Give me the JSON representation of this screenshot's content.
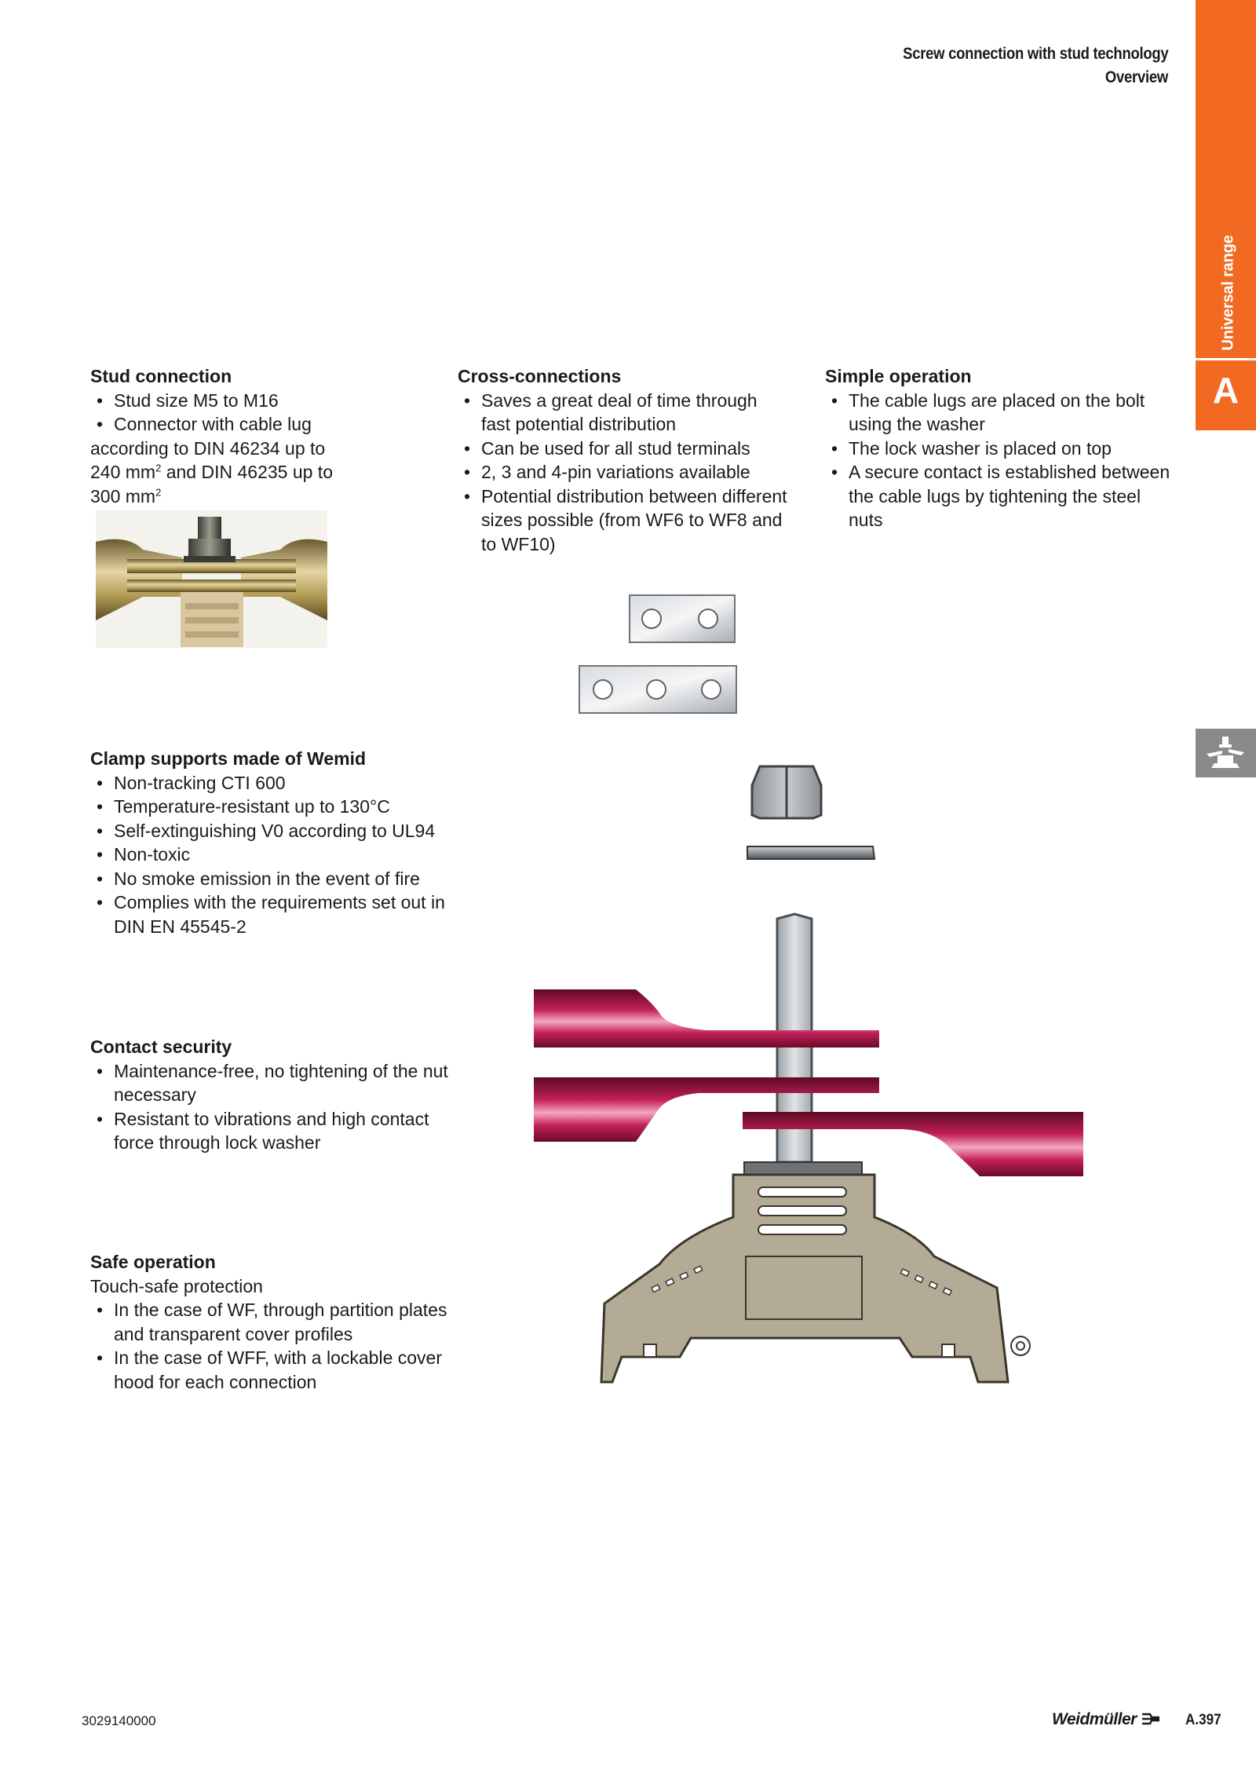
{
  "header": {
    "line1": "Screw connection with stud technology",
    "line2": "Overview"
  },
  "side_tab": {
    "label": "Universal range",
    "letter": "A"
  },
  "sections": {
    "stud": {
      "title": "Stud connection",
      "items": [
        "Stud size M5 to M16",
        "Connector with cable lug"
      ],
      "text_a": "according to DIN 46234 up to",
      "text_b1": "240 mm",
      "text_b_sup": "2",
      "text_b2": " and DIN 46235 up to",
      "text_c1": "300 mm",
      "text_c_sup": "2"
    },
    "cross": {
      "title": "Cross-connections",
      "items": [
        "Saves a great deal of time through fast potential distribution",
        "Can be used for all stud terminals",
        "2, 3 and 4-pin variations available",
        "Potential distribution between different sizes possible (from WF6 to WF8 and to WF10)"
      ]
    },
    "simple": {
      "title": "Simple operation",
      "items": [
        "The cable lugs are placed on the bolt using the washer",
        "The lock washer is placed on top",
        "A secure contact is established between the cable lugs by tightening the steel nuts"
      ]
    },
    "clamp": {
      "title": "Clamp supports made of Wemid",
      "items": [
        "Non-tracking CTI 600",
        "Temperature-resistant up to 130°C",
        "Self-extinguishing V0 according to UL94",
        "Non-toxic",
        "No smoke emission in the event of fire",
        "Complies with the requirements set out in DIN EN 45545-2"
      ]
    },
    "contact": {
      "title": "Contact security",
      "items": [
        "Maintenance-free, no tightening of the nut necessary",
        "Resistant to vibrations and high contact force through lock washer"
      ]
    },
    "safe": {
      "title": "Safe operation",
      "intro": "Touch-safe protection",
      "items": [
        "In the case of WF, through partition plates and transparent cover profiles",
        "In the case of WFF, with a lockable cover hood for each connection"
      ]
    }
  },
  "footer": {
    "code": "3029140000",
    "brand": "Weidmüller",
    "page": "A.397"
  },
  "colors": {
    "accent": "#f26a21",
    "lug": "#b5164e",
    "housing": "#b3ab96"
  }
}
